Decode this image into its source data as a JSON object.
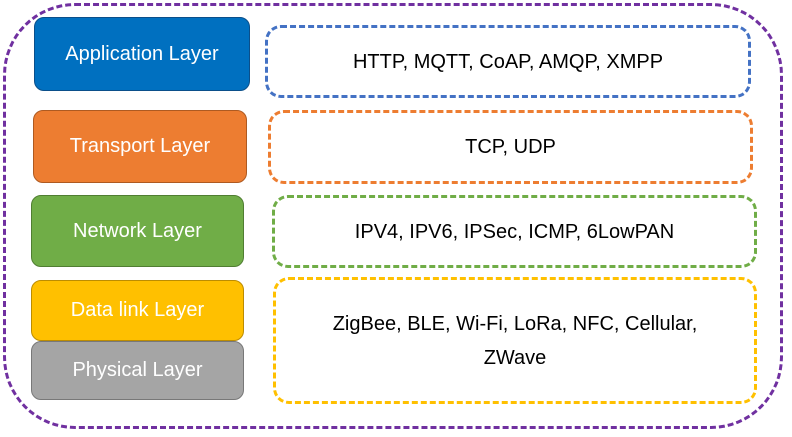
{
  "colors": {
    "frame": "#7030a0",
    "application": "#0070c0",
    "transport": "#ed7d31",
    "network": "#70ad47",
    "datalink": "#ffc000",
    "physical": "#a5a5a5",
    "application_dash": "#4472c4"
  },
  "layers": {
    "application": "Application Layer",
    "transport": "Transport Layer",
    "network": "Network Layer",
    "datalink": "Data link Layer",
    "physical": "Physical Layer"
  },
  "protocols": {
    "application": "HTTP, MQTT, CoAP, AMQP, XMPP",
    "transport": "TCP, UDP",
    "network": "IPV4, IPV6, IPSec, ICMP, 6LowPAN",
    "link_physical": "ZigBee, BLE, Wi-Fi, LoRa, NFC, Cellular, ZWave"
  }
}
